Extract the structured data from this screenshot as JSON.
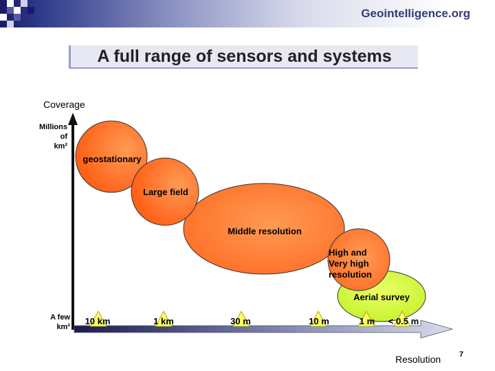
{
  "header": {
    "site": "Geointelligence.org"
  },
  "slide": {
    "title": "A full range of sensors and systems",
    "page_number": "7"
  },
  "axes": {
    "y_title": "Coverage",
    "y_top": [
      "Millions",
      "of",
      "km²"
    ],
    "y_bottom": [
      "A few",
      "km²"
    ],
    "x_title": "Resolution"
  },
  "ticks": [
    "10 km",
    "1 km",
    "30 m",
    "10 m",
    "1 m",
    "< 0.5 m"
  ],
  "bubbles": {
    "geostationary": "geostationary",
    "large_field": "Large field",
    "middle": "Middle resolution",
    "high": [
      "High and",
      "Very high",
      "resolution"
    ],
    "aerial": "Aerial survey"
  },
  "colors": {
    "bubble_orange": "#ff7a33",
    "aerial_green": "#ccff33",
    "tick_marker": "#ffff66",
    "axis_dark": "#1a1a4d"
  }
}
